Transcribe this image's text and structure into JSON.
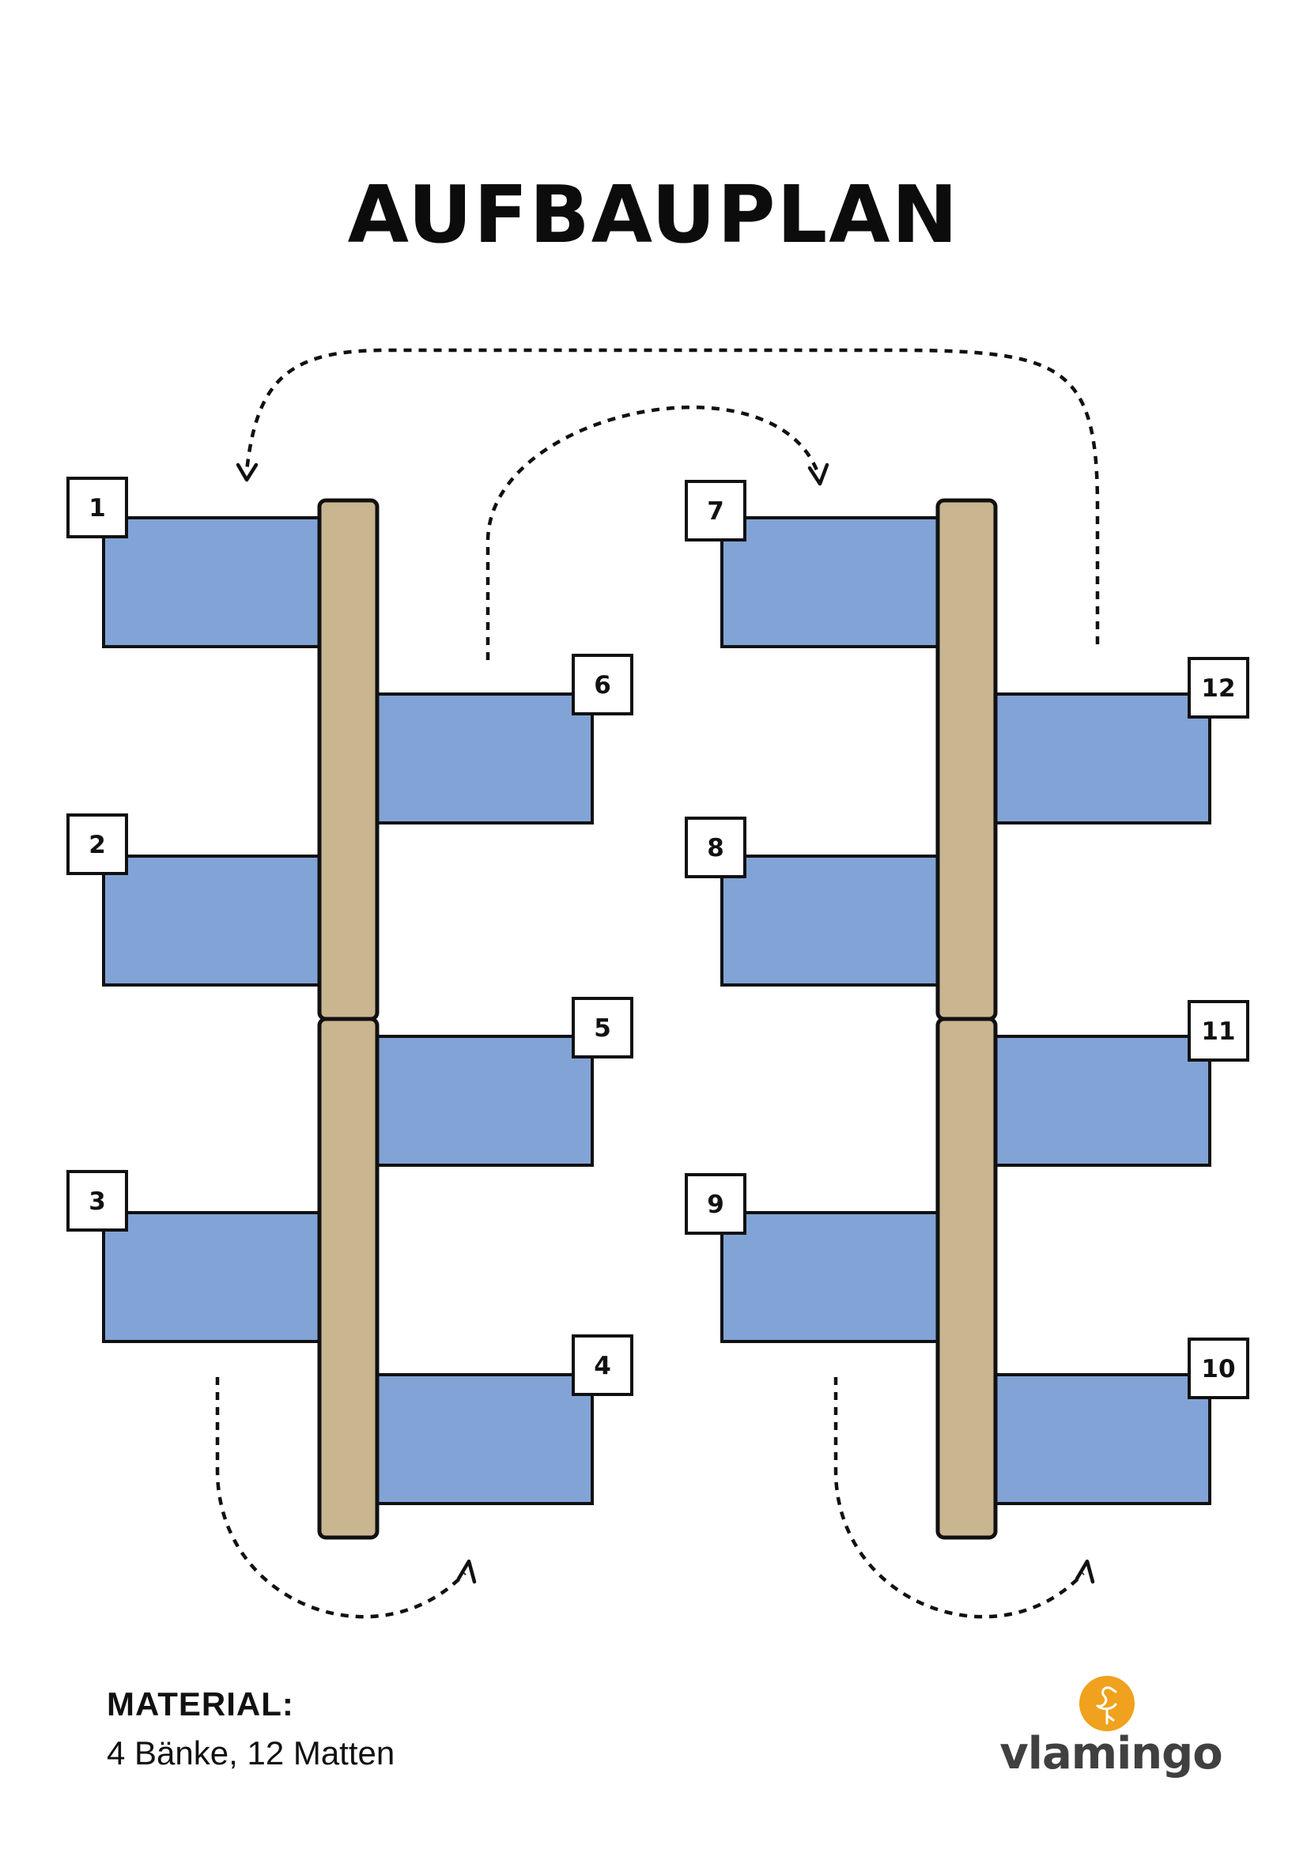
{
  "title": "AUFBAUPLAN",
  "material": {
    "label": "MATERIAL:",
    "text": "4 Bänke, 12 Matten"
  },
  "brand": {
    "name": "vlamingo",
    "icon": "flamingo-icon",
    "accent_color": "#f0a11d"
  },
  "colors": {
    "mat": "#82a3d6",
    "bench": "#c9b58f",
    "outline": "#111111"
  },
  "stations": [
    "1",
    "2",
    "3",
    "4",
    "5",
    "6",
    "7",
    "8",
    "9",
    "10",
    "11",
    "12"
  ]
}
